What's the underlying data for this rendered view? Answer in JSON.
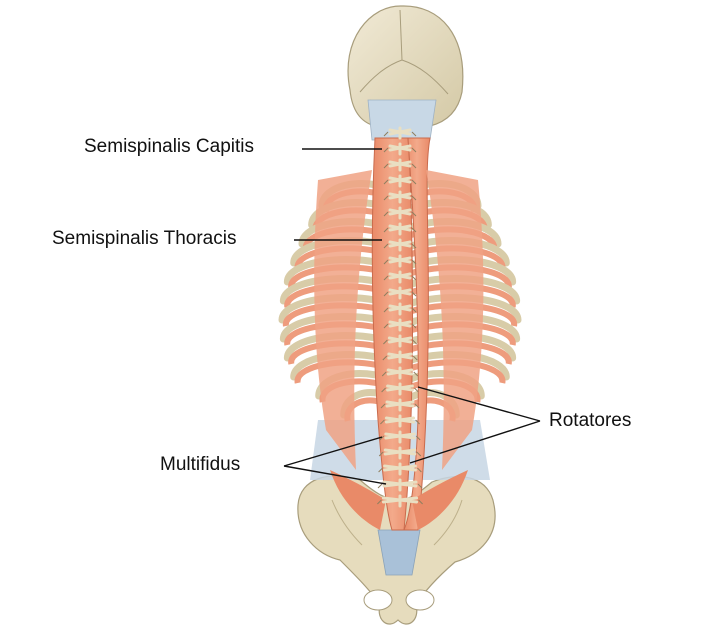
{
  "labels": {
    "semispinalis_capitis": "Semispinalis Capitis",
    "semispinalis_thoracis": "Semispinalis Thoracis",
    "rotatores": "Rotatores",
    "multifidus": "Multifidus"
  },
  "colors": {
    "muscle": "#ef9a78",
    "muscle_dark": "#d9775a",
    "bone": "#e8dfc3",
    "bone_shade": "#cfc29c",
    "fascia": "#b9cde0",
    "leader_line": "#111111"
  }
}
